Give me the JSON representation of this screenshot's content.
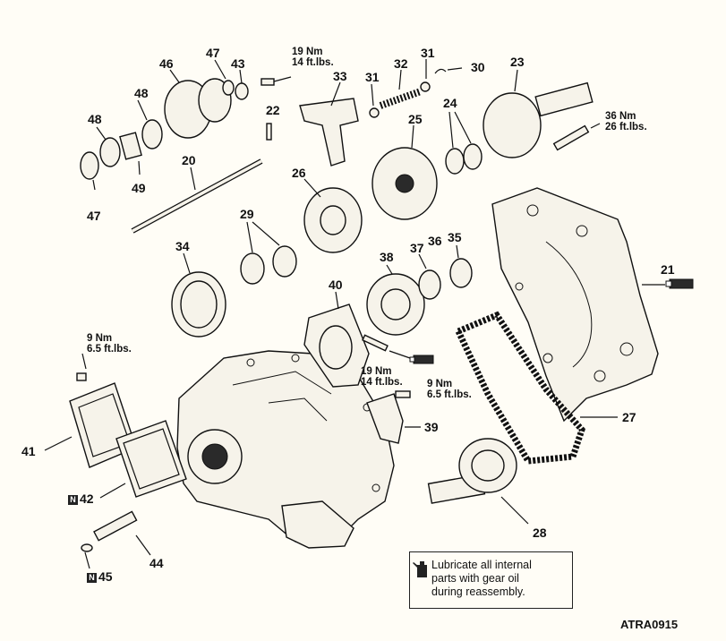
{
  "part_labels": {
    "p20": "20",
    "p21": "21",
    "p22": "22",
    "p23": "23",
    "p24": "24",
    "p25": "25",
    "p26": "26",
    "p27": "27",
    "p28": "28",
    "p29": "29",
    "p30": "30",
    "p31a": "31",
    "p31b": "31",
    "p32": "32",
    "p33": "33",
    "p34": "34",
    "p35": "35",
    "p36": "36",
    "p37": "37",
    "p38": "38",
    "p39": "39",
    "p40": "40",
    "p41": "41",
    "p42": "42",
    "p43": "43",
    "p44": "44",
    "p45": "45",
    "p46": "46",
    "p47a": "47",
    "p47b": "47",
    "p48a": "48",
    "p48b": "48",
    "p49": "49"
  },
  "new_part_marker": "N",
  "torque_specs": {
    "t1": "19 Nm\n14 ft.lbs.",
    "t2": "36 Nm\n26 ft.lbs.",
    "t3": "9 Nm\n6.5 ft.lbs.",
    "t4": "19 Nm\n14 ft.lbs.",
    "t5": "9 Nm\n6.5 ft.lbs."
  },
  "note": "Lubricate all internal\nparts with gear oil\nduring reassembly.",
  "figure_code": "ATRA0915"
}
